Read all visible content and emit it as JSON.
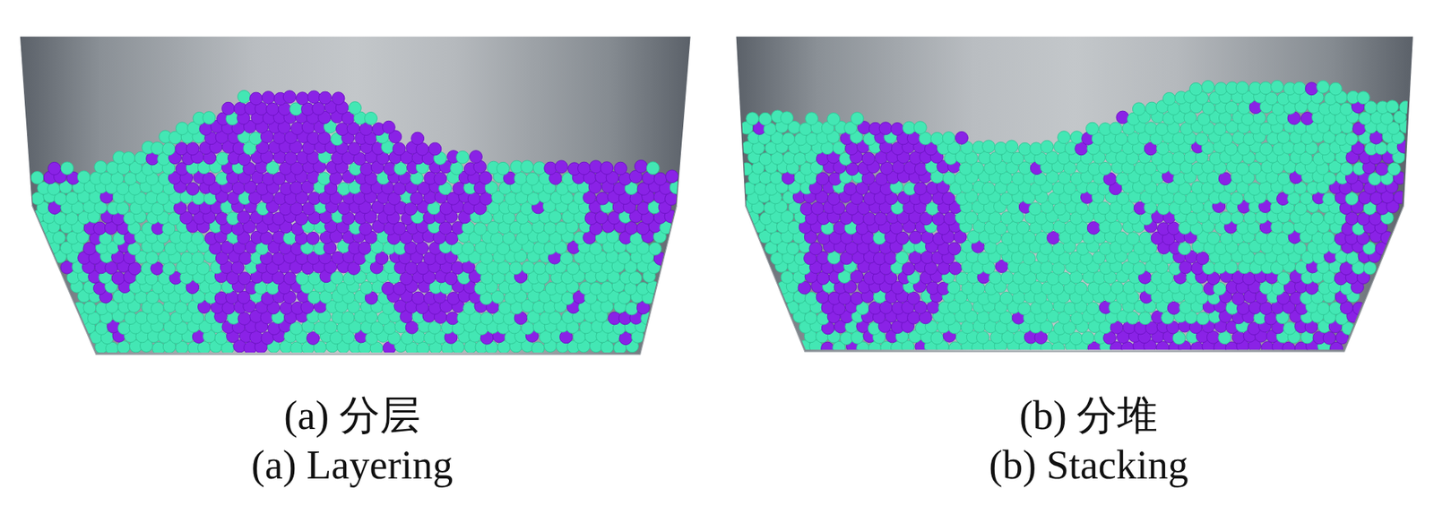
{
  "diagram": {
    "labels": [
      "(a) 分层",
      "(a) Layering",
      "(b) 分堆",
      "(b) Stacking"
    ]
  }
}
